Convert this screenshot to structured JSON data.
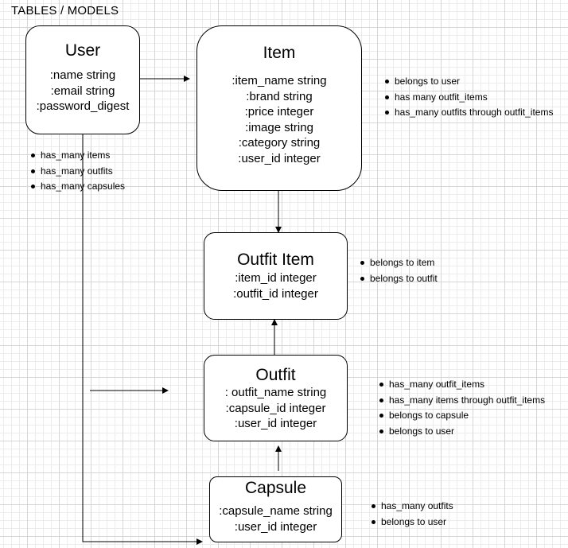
{
  "title": "TABLES / MODELS",
  "entities": {
    "user": {
      "name": "User",
      "attributes": [
        ":name string",
        ":email string",
        ":password_digest"
      ],
      "relations": [
        "has_many items",
        "has_many outfits",
        "has_many capsules"
      ]
    },
    "item": {
      "name": "Item",
      "attributes": [
        ":item_name string",
        ":brand string",
        ":price integer",
        ":image string",
        ":category string",
        ":user_id integer"
      ],
      "relations": [
        "belongs to user",
        "has many outfit_items",
        "has_many outfits through outfit_items"
      ]
    },
    "outfit_item": {
      "name": "Outfit Item",
      "attributes": [
        ":item_id integer",
        ":outfit_id integer"
      ],
      "relations": [
        "belongs to item",
        "belongs to outfit"
      ]
    },
    "outfit": {
      "name": "Outfit",
      "attributes": [
        ": outfit_name string",
        ":capsule_id integer",
        ":user_id integer"
      ],
      "relations": [
        "has_many outfit_items",
        "has_many items through outfit_items",
        "belongs to capsule",
        "belongs to user"
      ]
    },
    "capsule": {
      "name": "Capsule",
      "attributes": [
        ":capsule_name string",
        ":user_id integer"
      ],
      "relations": [
        "has_many outfits",
        "belongs to user"
      ]
    }
  }
}
